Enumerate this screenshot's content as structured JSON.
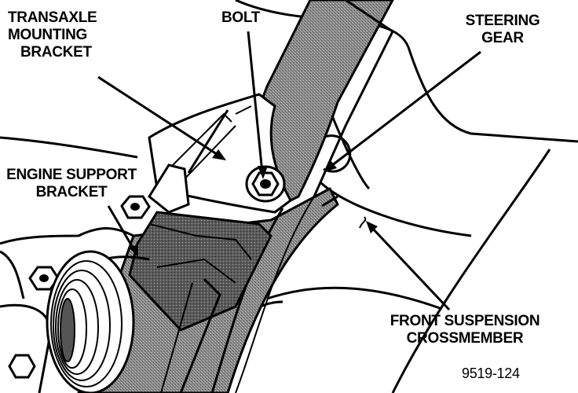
{
  "labels": {
    "transaxle_bracket": [
      "TRANSAXLE",
      "MOUNTING",
      "BRACKET"
    ],
    "bolt": "BOLT",
    "steering_gear": [
      "STEERING",
      "GEAR"
    ],
    "engine_support_bracket": [
      "ENGINE SUPPORT",
      "BRACKET"
    ],
    "front_crossmember": [
      "FRONT SUSPENSION",
      "CROSSMEMBER"
    ]
  },
  "figure_number": "9519-124",
  "colors": {
    "ink": "#000000",
    "paper": "#ffffff",
    "shade": "#7a7a7a"
  }
}
